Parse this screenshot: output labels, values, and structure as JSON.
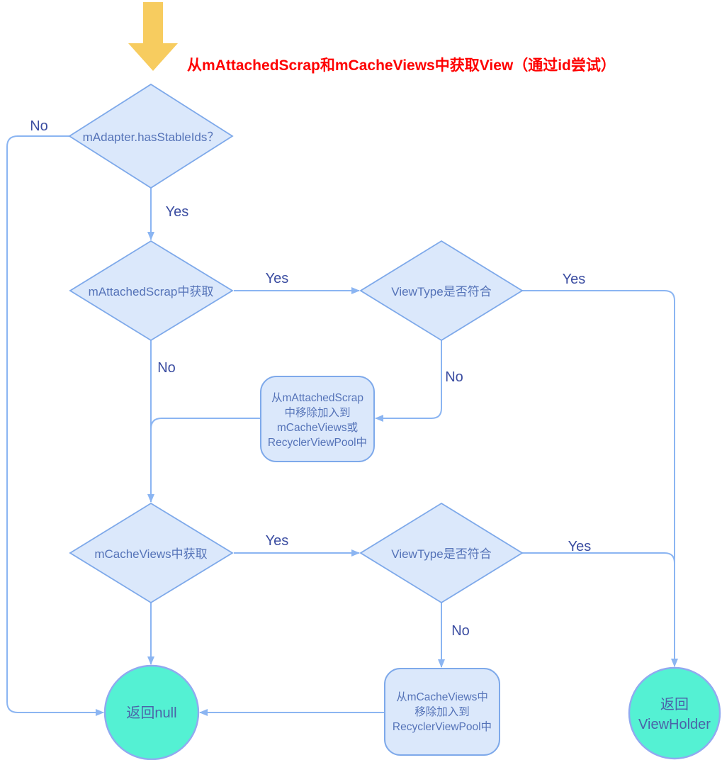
{
  "title": {
    "text": "从mAttachedScrap和mCacheViews中获取View（通过id尝试）"
  },
  "colors": {
    "background": "#ffffff",
    "node_fill": "#dbe8fb",
    "node_border": "#7ea9ea",
    "connector": "#8bb5f2",
    "terminal_fill": "#54f1d3",
    "terminal_border": "#90a9f0",
    "node_text": "#5573b8",
    "terminal_text": "#4b63a8",
    "label_text": "#3b4da1",
    "title_color": "#fe0000",
    "start_arrow": "#f7cc5f"
  },
  "nodes": {
    "has_stable_ids": {
      "label": "mAdapter.hasStableIds？"
    },
    "attached_scrap": {
      "label": "mAttachedScrap中获取"
    },
    "viewtype_check_1": {
      "label": "ViewType是否符合"
    },
    "remove_to_cache": {
      "lines": [
        "从mAttachedScrap",
        "中移除加入到",
        "mCacheViews或",
        "RecyclerViewPool中"
      ]
    },
    "cache_views": {
      "label": "mCacheViews中获取"
    },
    "viewtype_check_2": {
      "label": "ViewType是否符合"
    },
    "return_null": {
      "label": "返回null"
    },
    "remove_to_pool": {
      "lines": [
        "从mCacheViews中",
        "移除加入到",
        "RecyclerViewPool中"
      ]
    },
    "return_viewholder": {
      "lines": [
        "返回",
        "ViewHolder"
      ]
    }
  },
  "edge_labels": {
    "stable_ids_no": "No",
    "stable_ids_yes": "Yes",
    "attached_scrap_yes": "Yes",
    "attached_scrap_no": "No",
    "viewtype1_yes": "Yes",
    "viewtype1_no": "No",
    "cache_views_yes": "Yes",
    "viewtype2_yes": "Yes",
    "viewtype2_no": "No"
  }
}
